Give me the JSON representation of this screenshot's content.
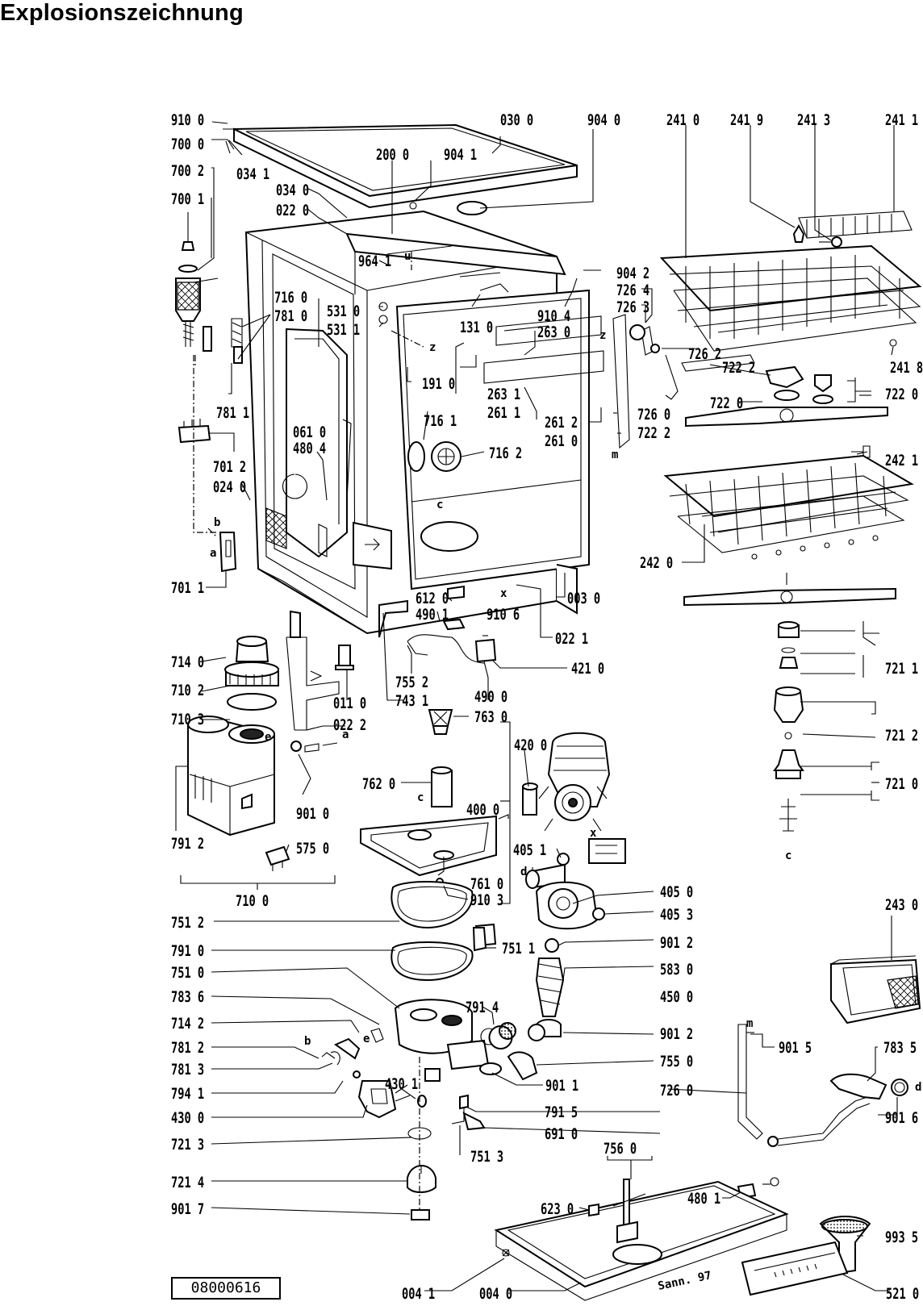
{
  "title": "Explosionszeichnung",
  "document_number": "08000616",
  "signature": "Sann. 97",
  "letters": {
    "c": "c",
    "e": "e",
    "z": "z",
    "x": "x",
    "u": "u",
    "b": "b",
    "a": "a",
    "d": "d",
    "m": "m"
  },
  "labels": {
    "p9100": "910 0",
    "p7000": "700 0",
    "p7002": "700 2",
    "p7001": "700 1",
    "p0341": "034 1",
    "p0300": "030 0",
    "p2000": "200 0",
    "p9041": "904 1",
    "p9040": "904 0",
    "p0340": "034 0",
    "p0220": "022 0",
    "p2410": "241 0",
    "p2419": "241 9",
    "p2413": "241 3",
    "p2411": "241 1",
    "p9641": "964 1",
    "p9042": "904 2",
    "p7264": "726 4",
    "p7263": "726 3",
    "p7262": "726 2",
    "p7160": "716 0",
    "p7810": "781 0",
    "p5310": "531 0",
    "p5311": "531 1",
    "p1310": "131 0",
    "p9104": "910 4",
    "p2630": "263 0",
    "p2418": "241 8",
    "p7222": "722 2",
    "p7220": "722 0",
    "p7220b": "722 0",
    "p1910": "191 0",
    "p2631": "263 1",
    "p2611": "261 1",
    "p2612": "261 2",
    "p2610": "261 0",
    "p7260": "726 0",
    "p72222": "722 2",
    "p7811": "781 1",
    "p0610": "061 0",
    "p4804": "480 4",
    "p7161": "716 1",
    "p7162": "716 2",
    "p7012": "701 2",
    "p0240": "024 0",
    "p2421": "242 1",
    "p2420": "242 0",
    "p7011": "701 1",
    "p6120": "612 0",
    "p4901": "490 1",
    "p9106": "910 6",
    "p0030": "003 0",
    "p0221": "022 1",
    "p7140": "714 0",
    "p0110": "011 0",
    "p7552": "755 2",
    "p4210": "421 0",
    "p7211": "721 1",
    "p7102": "710 2",
    "p7431": "743 1",
    "p4900": "490 0",
    "p7103": "710 3",
    "p0222": "022 2",
    "p7630": "763 0",
    "p7212": "721 2",
    "p4200": "420 0",
    "p7620": "762 0",
    "p7210": "721 0",
    "p4000": "400 0",
    "p9010": "901 0",
    "p7912": "791 2",
    "p5750": "575 0",
    "p4051": "405 1",
    "p7610": "761 0",
    "p9103": "910 3",
    "p4050": "405 0",
    "p7100": "710 0",
    "p4053": "405 3",
    "p2430": "243 0",
    "p7512": "751 2",
    "p7511": "751 1",
    "p7910": "791 0",
    "p9012": "901 2",
    "p7510": "751 0",
    "p5830": "583 0",
    "p7836": "783 6",
    "p4500": "450 0",
    "p7914": "791 4",
    "p7142": "714 2",
    "p9012b": "901 2",
    "p7812": "781 2",
    "p9015": "901 5",
    "p7835": "783 5",
    "p7813": "781 3",
    "p7550": "755 0",
    "p7941": "794 1",
    "p4301": "430 1",
    "p9011": "901 1",
    "p72602": "726 0",
    "p4300": "430 0",
    "p7915": "791 5",
    "p6910": "691 0",
    "p9016": "901 6",
    "p7213": "721 3",
    "p7513": "751 3",
    "p7560": "756 0",
    "p7214": "721 4",
    "p4801": "480 1",
    "p6230": "623 0",
    "p9017": "901 7",
    "p9935": "993 5",
    "p0041": "004 1",
    "p0040": "004 0",
    "p5210": "521 0"
  }
}
